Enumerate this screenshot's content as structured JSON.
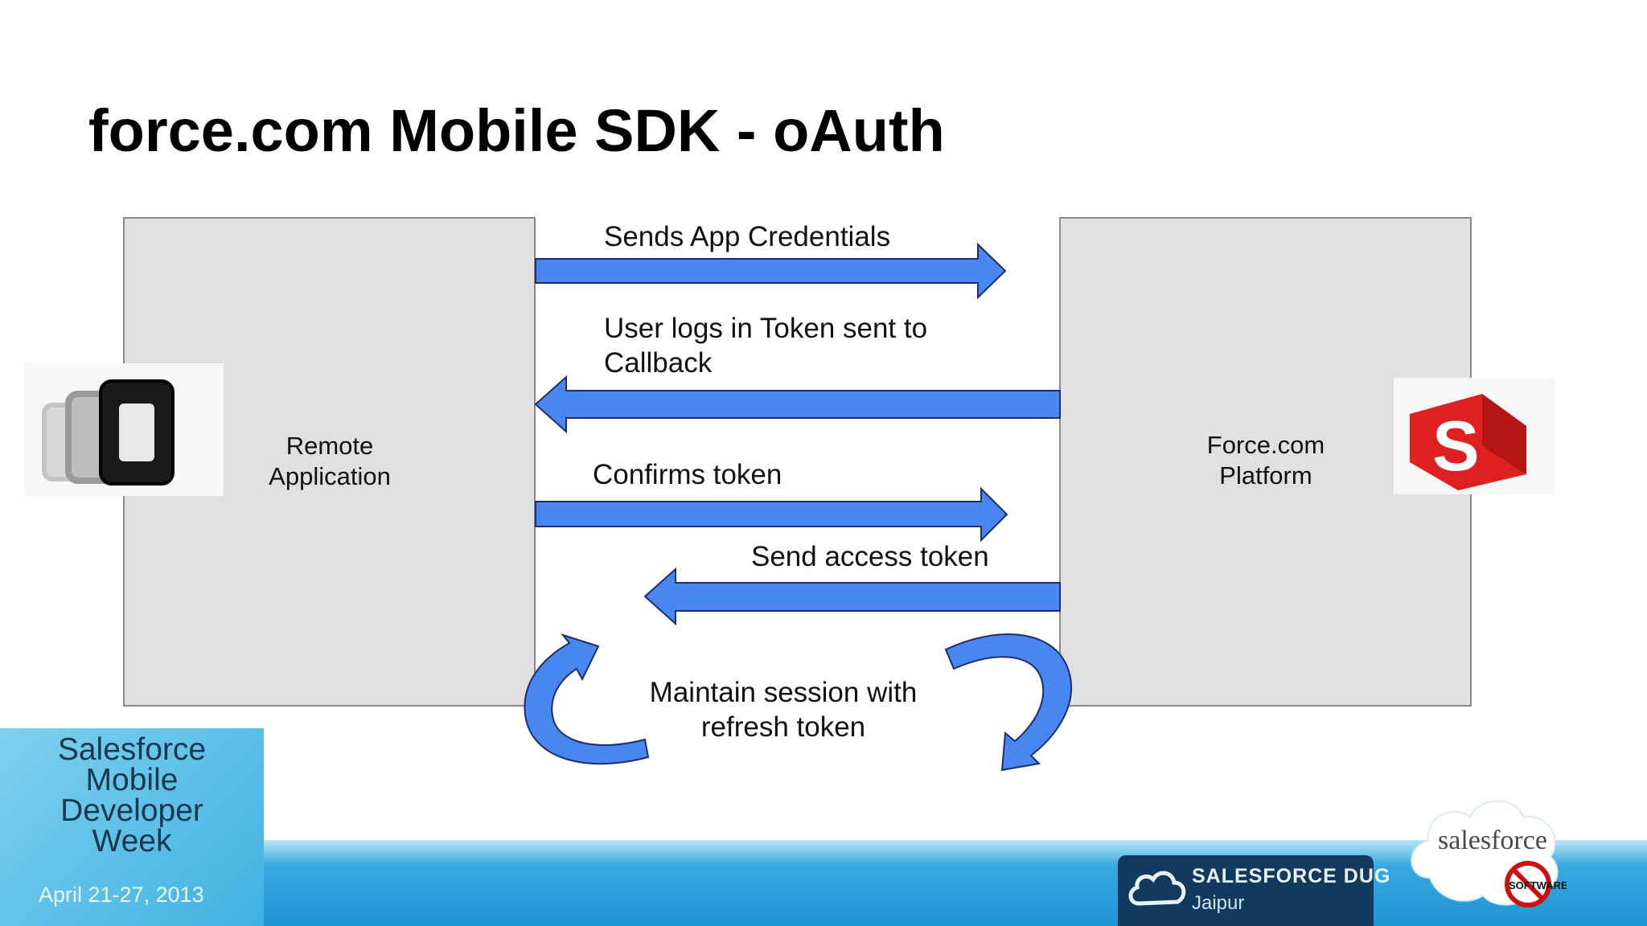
{
  "title": "force.com Mobile SDK - oAuth",
  "boxes": {
    "remote": "Remote\nApplication",
    "force": "Force.com\nPlatform"
  },
  "flows": [
    "Sends App Credentials",
    "User logs in Token sent to\nCallback",
    "Confirms token",
    "Send access token",
    "Maintain session with\nrefresh token"
  ],
  "colors": {
    "arrow_fill": "#4a86f0",
    "arrow_stroke": "#1a2f6b",
    "box_fill": "#e0e0e0",
    "footer_blue": "#1f95d3"
  },
  "icons": {
    "left": "phonegap-logo-icon",
    "right": "salesforce-cube-icon"
  },
  "footer": {
    "event_name": "Salesforce\nMobile\nDeveloper\nWeek",
    "event_date": "April 21-27, 2013",
    "dug_title": "SALESFORCE DUG",
    "dug_city": "Jaipur",
    "logo_text": "salesforce",
    "stamp_text": "SOFTWARE"
  }
}
